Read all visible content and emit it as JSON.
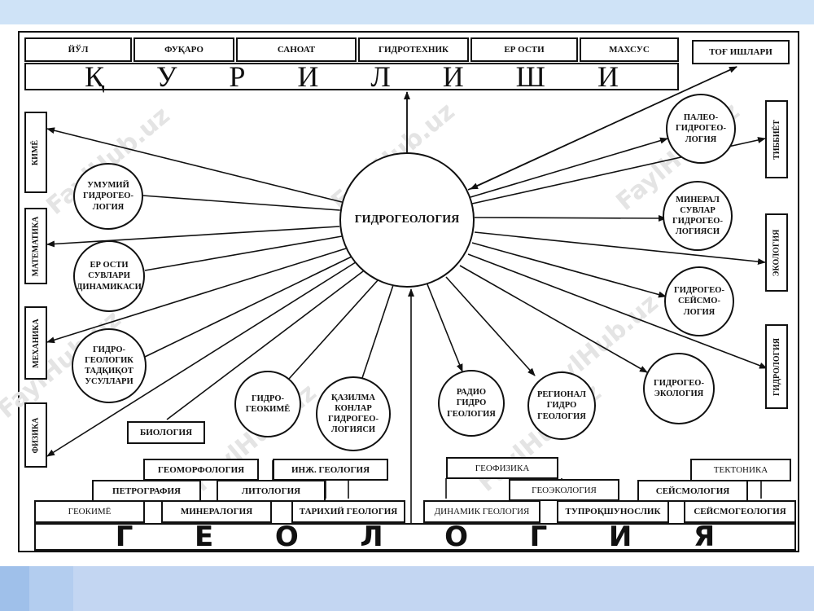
{
  "watermark": "FaylHub.uz",
  "construction": {
    "tabs": [
      "ЙЎЛ",
      "ФУҚАРО",
      "САНОАТ",
      "ГИДРОТЕХНИК",
      "ЕР ОСТИ",
      "МАХСУС"
    ],
    "letters": [
      "Қ",
      "У",
      "Р",
      "И",
      "Л",
      "И",
      "Ш",
      "И"
    ]
  },
  "tog_ishlari": "ТОҒ ИШЛАРИ",
  "center": "ГИДРОГЕОЛОГИЯ",
  "left_sciences": [
    "КИМЁ",
    "МАТЕМАТИКА",
    "МЕХАНИКА",
    "ФИЗИКА"
  ],
  "right_sciences": [
    "ТИББИЁТ",
    "ЭКОЛОГИЯ",
    "ГИДРОЛОГИЯ"
  ],
  "branches": {
    "umumiy": "УМУМИЙ\nГИДРОГЕО-\nЛОГИЯ",
    "er_osti": "ЕР ОСТИ\nСУВЛАРИ\nДИНАМИКАСИ",
    "gidrogeologik": "ГИДРО-\nГЕОЛОГИК\nТАДҚИҚОТ\nУСУЛЛАРИ",
    "gidrogeokime": "ГИДРО-\nГЕОКИМЁ",
    "kazilma": "ҚАЗИЛМА\nКОНЛАР\nГИДРОГЕО-\nЛОГИЯСИ",
    "radio": "РАДИО\nГИДРО\nГЕОЛОГИЯ",
    "regional": "РЕГИОНАЛ\nГИДРО\nГЕОЛОГИЯ",
    "gidroekologiya": "ГИДРОГЕО-\nЭКОЛОГИЯ",
    "paleo": "ПАЛЕО-\nГИДРОГЕО-\nЛОГИЯ",
    "mineral": "МИНЕРАЛ\nСУВЛАР\nГИДРОГЕО-\nЛОГИЯСИ",
    "seismo": "ГИДРОГЕО-\nСЕЙСМО-\nЛОГИЯ"
  },
  "biologiya": "БИОЛОГИЯ",
  "geology_left": {
    "geomorfologiya": "ГЕОМОРФОЛОГИЯ",
    "inzh_geologiya": "ИНЖ. ГЕОЛОГИЯ",
    "petrografiya": "ПЕТРОГРАФИЯ",
    "litologiya": "ЛИТОЛОГИЯ",
    "geokime": "ГЕОКИМЁ",
    "mineralogiya": "МИНЕРАЛОГИЯ",
    "tarihiy_geologiya": "ТАРИХИЙ ГЕОЛОГИЯ"
  },
  "geology_right": {
    "geofizika": "ГЕОФИЗИКА",
    "tektonika": "ТЕКТОНИКА",
    "geoekologiya": "ГЕОЭКОЛОГИЯ",
    "seysmologiya": "СЕЙСМОЛОГИЯ",
    "dinamik_geologiya": "ДИНАМИК ГЕОЛОГИЯ",
    "tuprokshunoslik": "ТУПРОҚШУНОСЛИК",
    "seysmogeologiya": "СЕЙСМОГЕОЛОГИЯ"
  },
  "geology_letters": [
    "Г",
    "Е",
    "О",
    "Л",
    "О",
    "Г",
    "И",
    "Я"
  ]
}
